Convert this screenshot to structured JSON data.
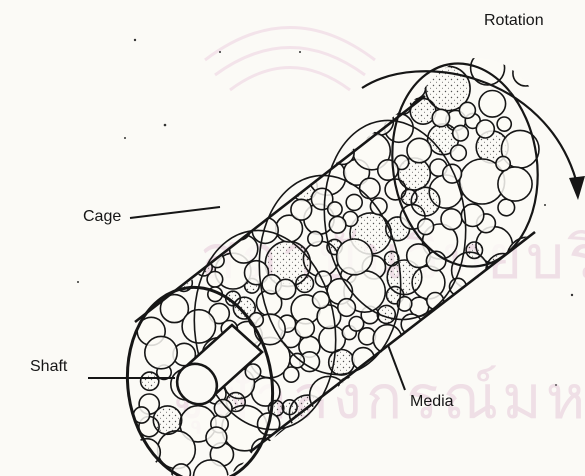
{
  "labels": {
    "rotation": "Rotation",
    "cage": "Cage",
    "shaft": "Shaft",
    "media": "Media"
  },
  "watermark": {
    "line1": "สถาบันวิทยบริการ",
    "line2": "จุฬาลงกรณ์มหาวิทยาลัย"
  },
  "colors": {
    "ink": "#161616",
    "paper": "#fbfaf6",
    "watermark": "#efdfe6"
  }
}
